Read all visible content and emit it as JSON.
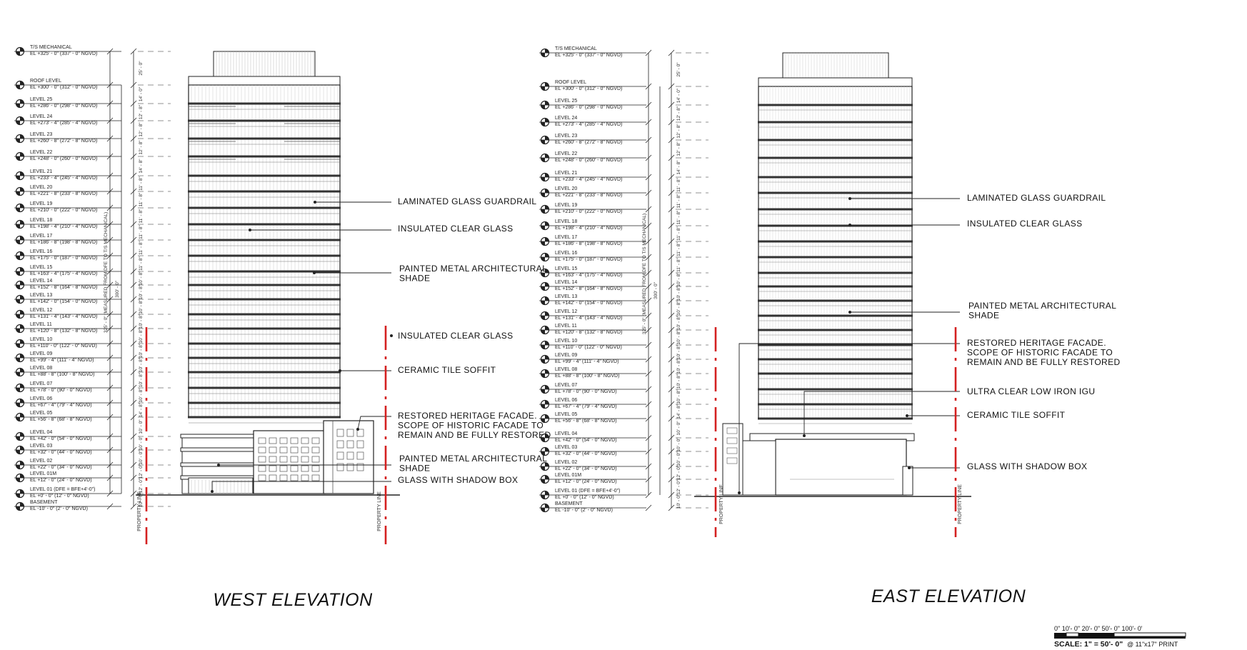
{
  "levels": [
    {
      "name": "T/S MECHANICAL",
      "el": "EL  +325' - 0\" (337' - 0\" NGVD)",
      "height": 325
    },
    {
      "name": "ROOF LEVEL",
      "el": "EL  +300' - 0\" (312' - 0\" NGVD)",
      "height": 300
    },
    {
      "name": "LEVEL 25",
      "el": "EL  +286' - 0\" (298' - 0\" NGVD)",
      "height": 286
    },
    {
      "name": "LEVEL 24",
      "el": "EL  +273' - 4\" (285' - 4\" NGVD)",
      "height": 273.33
    },
    {
      "name": "LEVEL 23",
      "el": "EL  +260' - 8\" (272' - 8\" NGVD)",
      "height": 260.67
    },
    {
      "name": "LEVEL 22",
      "el": "EL  +248' - 0\" (260' - 0\" NGVD)",
      "height": 248
    },
    {
      "name": "LEVEL 21",
      "el": "EL  +233' - 4\" (245' - 4\" NGVD)",
      "height": 233.33
    },
    {
      "name": "LEVEL 20",
      "el": "EL  +221' - 8\" (233' - 8\" NGVD)",
      "height": 221.67
    },
    {
      "name": "LEVEL 19",
      "el": "EL  +210' - 0\" (222' - 0\" NGVD)",
      "height": 210
    },
    {
      "name": "LEVEL 18",
      "el": "EL  +198' - 4\" (210' - 4\" NGVD)",
      "height": 198.33
    },
    {
      "name": "LEVEL 17",
      "el": "EL  +186' - 8\" (198' - 8\" NGVD)",
      "height": 186.67
    },
    {
      "name": "LEVEL 16",
      "el": "EL  +175' - 0\" (187' - 0\" NGVD)",
      "height": 175
    },
    {
      "name": "LEVEL 15",
      "el": "EL  +163' - 4\" (175' - 4\" NGVD)",
      "height": 163.33
    },
    {
      "name": "LEVEL 14",
      "el": "EL  +152' - 8\" (164' - 8\" NGVD)",
      "height": 152.67
    },
    {
      "name": "LEVEL 13",
      "el": "EL  +142' - 0\" (154' - 0\" NGVD)",
      "height": 142
    },
    {
      "name": "LEVEL 12",
      "el": "EL  +131' - 4\" (143' - 4\" NGVD)",
      "height": 131.33
    },
    {
      "name": "LEVEL 11",
      "el": "EL  +120' - 8\" (132' - 8\" NGVD)",
      "height": 120.67
    },
    {
      "name": "LEVEL 10",
      "el": "EL  +110' - 0\" (122' - 0\" NGVD)",
      "height": 110
    },
    {
      "name": "LEVEL 09",
      "el": "EL  +99' - 4\" (111' - 4\" NGVD)",
      "height": 99.33
    },
    {
      "name": "LEVEL 08",
      "el": "EL  +88' - 8\" (100' - 8\" NGVD)",
      "height": 88.67
    },
    {
      "name": "LEVEL 07",
      "el": "EL  +78' - 0\" (90' - 0\" NGVD)",
      "height": 78
    },
    {
      "name": "LEVEL 06",
      "el": "EL  +67' - 4\" (79' - 4\" NGVD)",
      "height": 67.33
    },
    {
      "name": "LEVEL 05",
      "el": "EL  +56' - 8\" (68' - 8\" NGVD)",
      "height": 56.67
    },
    {
      "name": "LEVEL 04",
      "el": "EL  +42' - 0\" (54' - 0\" NGVD)",
      "height": 42
    },
    {
      "name": "LEVEL 03",
      "el": "EL  +32' - 0\" (44' - 0\" NGVD)",
      "height": 32
    },
    {
      "name": "LEVEL 02",
      "el": "EL  +22' - 0\" (34' - 0\" NGVD)",
      "height": 22
    },
    {
      "name": "LEVEL 01M",
      "el": "EL  +12' - 0\" (24' - 0\" NGVD)",
      "height": 12
    },
    {
      "name": "LEVEL 01 (DFE = BFE+4'-0\")",
      "el": "EL  +0' - 0\" (12' - 0\" NGVD)",
      "height": 0
    },
    {
      "name": "BASEMENT",
      "el": "EL  -10' - 0\" (2' - 0\" NGVD)",
      "height": -10
    }
  ],
  "floor_heights": [
    "25' - 0\"",
    "14' - 0\"",
    "12' - 8\"",
    "12' - 8\"",
    "12' - 8\"",
    "14' - 8\"",
    "11' - 8\"",
    "11' - 8\"",
    "11' - 8\"",
    "11' - 8\"",
    "11' - 8\"",
    "11' - 8\"",
    "10' - 8\"",
    "10' - 8\"",
    "10' - 8\"",
    "10' - 8\"",
    "10' - 8\"",
    "10' - 8\"",
    "10' - 8\"",
    "10' - 8\"",
    "10' - 8\"",
    "14' - 8\"",
    "10' - 0\"",
    "10' - 0\"",
    "10' - 0\"",
    "12' - 0\"",
    "12' - 0\"",
    "10' - 0\""
  ],
  "overall_dimension": "325' - 0\" (MEASURED FROM DFE TO T/S MECHANICAL)",
  "roof_dimension": "300' - 0\"",
  "property_line": "PROPERTY LINE",
  "west": {
    "title": "WEST ELEVATION",
    "callouts": [
      {
        "lines": [
          "LAMINATED GLASS GUARDRAIL"
        ]
      },
      {
        "lines": [
          "INSULATED CLEAR GLASS"
        ]
      },
      {
        "lines": [
          "PAINTED METAL ARCHITECTURAL",
          "SHADE"
        ]
      },
      {
        "lines": [
          "INSULATED CLEAR GLASS"
        ]
      },
      {
        "lines": [
          "CERAMIC TILE SOFFIT"
        ]
      },
      {
        "lines": [
          "RESTORED HERITAGE FACADE.",
          "SCOPE OF HISTORIC FACADE TO",
          "REMAIN AND BE FULLY RESTORED"
        ]
      },
      {
        "lines": [
          "PAINTED METAL ARCHITECTURAL",
          "SHADE"
        ]
      },
      {
        "lines": [
          "GLASS WITH SHADOW BOX"
        ]
      }
    ]
  },
  "east": {
    "title": "EAST ELEVATION",
    "callouts": [
      {
        "lines": [
          "LAMINATED GLASS GUARDRAIL"
        ]
      },
      {
        "lines": [
          "INSULATED CLEAR GLASS"
        ]
      },
      {
        "lines": [
          "PAINTED METAL ARCHITECTURAL",
          "SHADE"
        ]
      },
      {
        "lines": [
          "RESTORED HERITAGE FACADE.",
          "SCOPE OF HISTORIC FACADE TO",
          "REMAIN AND BE FULLY RESTORED"
        ]
      },
      {
        "lines": [
          "ULTRA CLEAR LOW IRON IGU"
        ]
      },
      {
        "lines": [
          "CERAMIC TILE SOFFIT"
        ]
      },
      {
        "lines": [
          "GLASS WITH SHADOW BOX"
        ]
      }
    ]
  },
  "scale_bar": {
    "ticks": [
      "0'",
      "10'",
      "20'",
      "50'",
      "100'"
    ],
    "tick_label": "0\" 10'- 0\" 20'- 0\"      50'- 0\"                          100'- 0'",
    "scale_text": "SCALE: 1\" = 50'- 0\"",
    "print_note": "@ 11\"x17\" PRINT"
  },
  "colors": {
    "property_line": "#d42020",
    "linework": "#222222"
  }
}
